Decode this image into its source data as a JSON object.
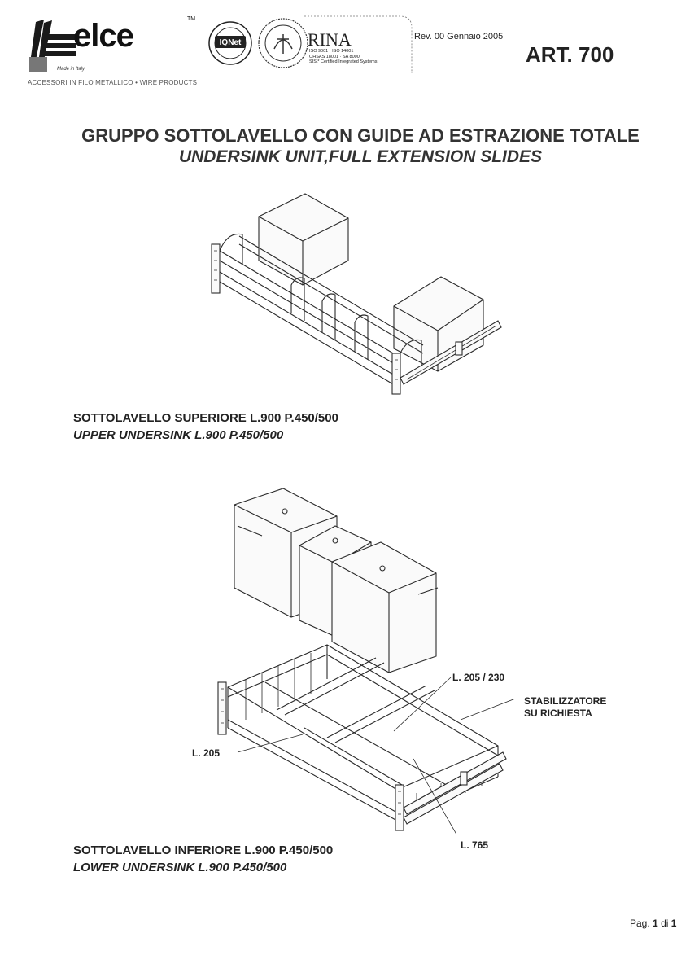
{
  "header": {
    "brand": "elce",
    "trademark": "TM",
    "made_in": "Made in Italy",
    "tagline": "ACCESSORI IN FILO METALLICO • WIRE PRODUCTS",
    "iqnet_label": "IQNet",
    "rina_label": "RINA",
    "rina_cert_line1": "ISO 9001 · ISO 14001",
    "rina_cert_line2": "OHSAS 18001 · SA 8000",
    "rina_cert_line3": "SISt* Certified Integrated Systems",
    "revision": "Rev. 00 Gennaio 2005",
    "article": "ART. 700"
  },
  "title": {
    "italian": "GRUPPO SOTTOLAVELLO CON GUIDE AD ESTRAZIONE TOTALE",
    "english": "UNDERSINK UNIT,FULL EXTENSION SLIDES"
  },
  "upper": {
    "caption_it": "SOTTOLAVELLO SUPERIORE L.900 P.450/500",
    "caption_en": "UPPER UNDERSINK L.900 P.450/500"
  },
  "lower": {
    "caption_it": "SOTTOLAVELLO INFERIORE L.900 P.450/500",
    "caption_en": "LOWER UNDERSINK L.900 P.450/500",
    "callouts": {
      "bin_width": "L. 205 / 230",
      "stabilizer_line1": "STABILIZZATORE",
      "stabilizer_line2": "SU RICHIESTA",
      "side": "L. 205",
      "length": "L. 765"
    }
  },
  "footer": {
    "page_prefix": "Pag.",
    "page_current": "1",
    "page_sep": "di",
    "page_total": "1"
  }
}
